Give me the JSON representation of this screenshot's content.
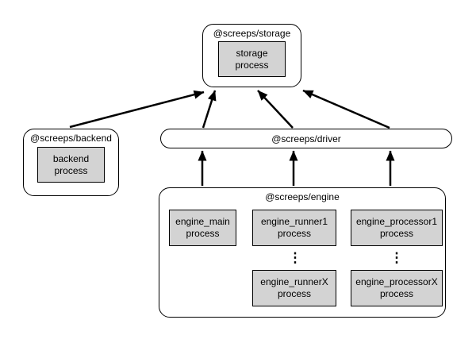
{
  "diagram": {
    "colors": {
      "background": "#ffffff",
      "border": "#000000",
      "process_fill": "#d3d3d3",
      "arrow": "#000000"
    },
    "nodes": {
      "storage": {
        "label": "@screeps/storage",
        "process": {
          "name": "storage",
          "type": "process"
        }
      },
      "backend": {
        "label": "@screeps/backend",
        "process": {
          "name": "backend",
          "type": "process"
        }
      },
      "driver": {
        "label": "@screeps/driver"
      },
      "engine": {
        "label": "@screeps/engine",
        "ellipsis": "⋮",
        "processes": [
          {
            "name": "engine_main",
            "type": "process"
          },
          {
            "name": "engine_runner1",
            "type": "process"
          },
          {
            "name": "engine_processor1",
            "type": "process"
          },
          {
            "name": "engine_runnerX",
            "type": "process"
          },
          {
            "name": "engine_processorX",
            "type": "process"
          }
        ]
      }
    },
    "edges": [
      {
        "from": "@screeps/backend",
        "to": "@screeps/storage"
      },
      {
        "from": "@screeps/driver",
        "to": "@screeps/storage"
      },
      {
        "from": "@screeps/driver",
        "to": "@screeps/storage"
      },
      {
        "from": "@screeps/driver",
        "to": "@screeps/storage"
      },
      {
        "from": "@screeps/engine",
        "to": "@screeps/driver"
      },
      {
        "from": "@screeps/engine",
        "to": "@screeps/driver"
      },
      {
        "from": "@screeps/engine",
        "to": "@screeps/driver"
      }
    ]
  }
}
